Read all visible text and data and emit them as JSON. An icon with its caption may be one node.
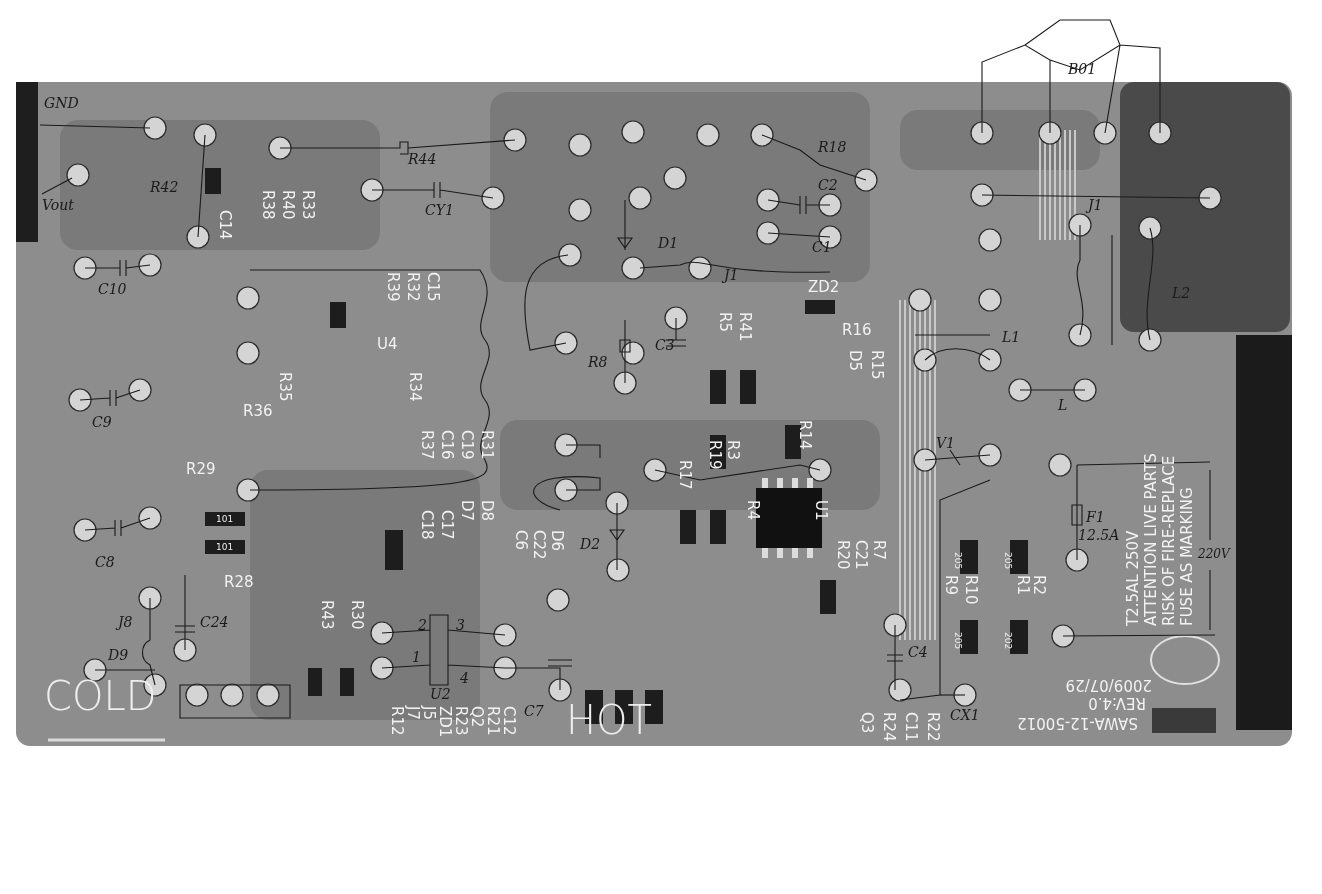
{
  "diagram": {
    "labels": [
      "GND",
      "Vout",
      "R42",
      "R44",
      "CY1",
      "R38",
      "R40",
      "R33",
      "C14",
      "C10",
      "R39",
      "R32",
      "C15",
      "U4",
      "R35",
      "R34",
      "R36",
      "C9",
      "R31",
      "C19",
      "C16",
      "R37",
      "R29",
      "101",
      "101",
      "R28",
      "C8",
      "D8",
      "D7",
      "C17",
      "C18",
      "J8",
      "C24",
      "D9",
      "COLD",
      "R43",
      "R30",
      "2",
      "3",
      "1",
      "4",
      "U2",
      "R12",
      "J7",
      "J5",
      "ZD1",
      "R23",
      "Q2",
      "R21",
      "C12",
      "HOT",
      "C7",
      "C22",
      "D6",
      "C6",
      "D2",
      "R17",
      "R4",
      "R19",
      "R3",
      "R14",
      "U1",
      "R7",
      "C21",
      "R20",
      "R5",
      "R41",
      "R16",
      "D5",
      "R15",
      "ZD2",
      "D1",
      "C3",
      "R8",
      "J1",
      "R18",
      "C2",
      "C1",
      "B01",
      "J1",
      "L2",
      "L1",
      "L",
      "V1",
      "F1",
      "12.5A",
      "220V",
      "T2.5AL 250V",
      "ATTENTION LIVE PARTS",
      "RISK OF FIRE-REPLACE",
      "FUSE AS MARKING",
      "R9",
      "R10",
      "R2",
      "R1",
      "205",
      "205",
      "205",
      "202",
      "C4",
      "CX1",
      "2009/07/29",
      "REV:4.0",
      "SAWA-12-50012",
      "R22",
      "C11",
      "R24",
      "Q3"
    ]
  }
}
